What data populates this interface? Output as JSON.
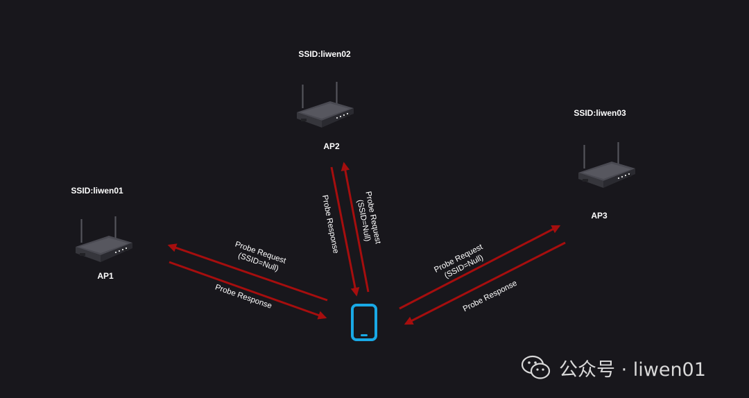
{
  "access_points": [
    {
      "id": "ap1",
      "ssid": "SSID:liwen01",
      "label": "AP1"
    },
    {
      "id": "ap2",
      "ssid": "SSID:liwen02",
      "label": "AP2"
    },
    {
      "id": "ap3",
      "ssid": "SSID:liwen03",
      "label": "AP3"
    }
  ],
  "edges": {
    "ap1_request": [
      "Probe Request",
      "(SSID=Null)"
    ],
    "ap1_response": "Probe Response",
    "ap2_request": [
      "Probe Request",
      "(SSID=Null)"
    ],
    "ap2_response": "Probe Response",
    "ap3_request": [
      "Probe Request",
      "(SSID=Null)"
    ],
    "ap3_response": "Probe Response"
  },
  "watermark": {
    "text": "公众号 · liwen01",
    "icon": "wechat-icon"
  },
  "colors": {
    "background": "#18171c",
    "arrow": "#a60e0e",
    "phone": "#19a9e6",
    "text": "#ffffff"
  }
}
